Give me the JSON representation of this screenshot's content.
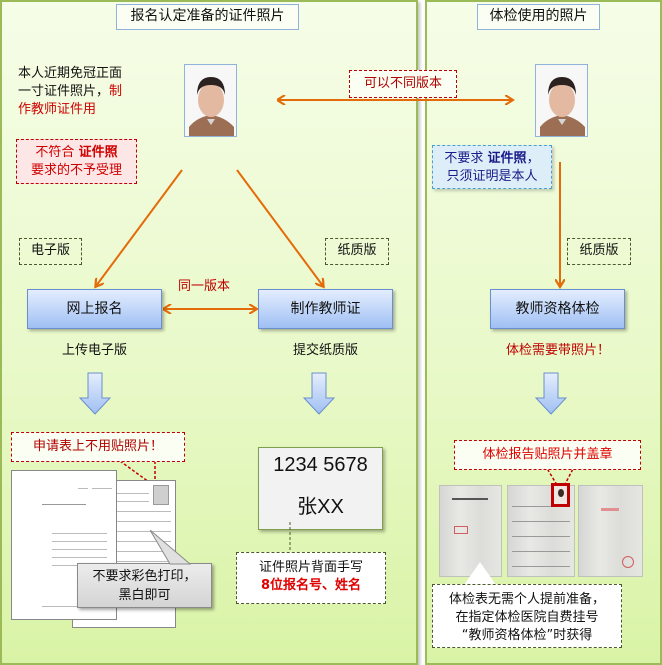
{
  "left_panel": {
    "title": "报名认定准备的证件照片",
    "photo_desc_line1": "本人近期免冠正面",
    "photo_desc_line2_black": "一寸证件照片，",
    "photo_desc_line2_red": "制",
    "photo_desc_line3_red": "作教师证件用",
    "reject_note_line1_normal": "不符合 ",
    "reject_note_line1_bold": "证件照",
    "reject_note_line2": "要求的不予受理",
    "tag_electronic": "电子版",
    "tag_paper": "纸质版",
    "same_version_label": "同一版本",
    "box_online": "网上报名",
    "box_make_cert": "制作教师证",
    "caption_upload": "上传电子版",
    "caption_submit": "提交纸质版",
    "note_no_photo": "申请表上不用贴照片！",
    "callout_bw_line1": "不要求彩色打印，",
    "callout_bw_line2": "黑白即可",
    "photo_back_number": "1234  5678",
    "photo_back_name": "张XX",
    "photo_back_note_line1": "证件照片背面手写",
    "photo_back_note_line2": "8位报名号、姓名"
  },
  "right_panel": {
    "title": "体检使用的照片",
    "diff_version_label": "可以不同版本",
    "not_required_line1_normal": "不要求 ",
    "not_required_line1_bold": "证件照",
    "not_required_line1_tail": "，",
    "not_required_line2": "只须证明是本人",
    "tag_paper": "纸质版",
    "box_exam": "教师资格体检",
    "exam_note": "体检需要带照片！",
    "report_note": "体检报告贴照片并盖章",
    "form_note_line1": "体检表无需个人提前准备，",
    "form_note_line2": "在指定体检医院自费挂号",
    "form_note_line3": "“教师资格体检”时获得"
  },
  "colors": {
    "panel_border": "#9bbb59",
    "arrow_orange": "#e36c09",
    "accent_red": "#d00000",
    "box_blue": "#9fbff3",
    "note_blue_text": "#1a1a8a"
  }
}
